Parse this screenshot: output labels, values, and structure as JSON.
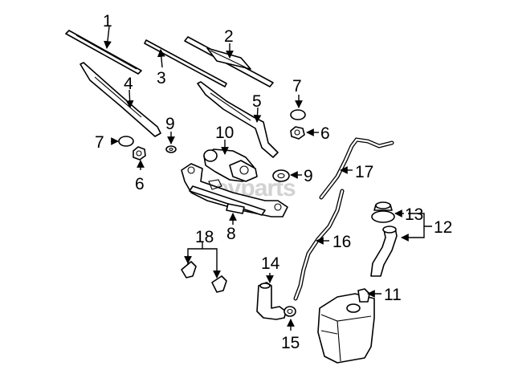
{
  "watermark": "evparts",
  "callouts": {
    "c1": "1",
    "c2": "2",
    "c3": "3",
    "c4": "4",
    "c5": "5",
    "c6a": "6",
    "c6b": "6",
    "c7a": "7",
    "c7b": "7",
    "c8": "8",
    "c9a": "9",
    "c9b": "9",
    "c10": "10",
    "c11": "11",
    "c12": "12",
    "c13": "13",
    "c14": "14",
    "c15": "15",
    "c16": "16",
    "c17": "17",
    "c18": "18"
  },
  "colors": {
    "ink": "#000000",
    "paper": "#ffffff",
    "watermark": "#d2d2d2"
  }
}
